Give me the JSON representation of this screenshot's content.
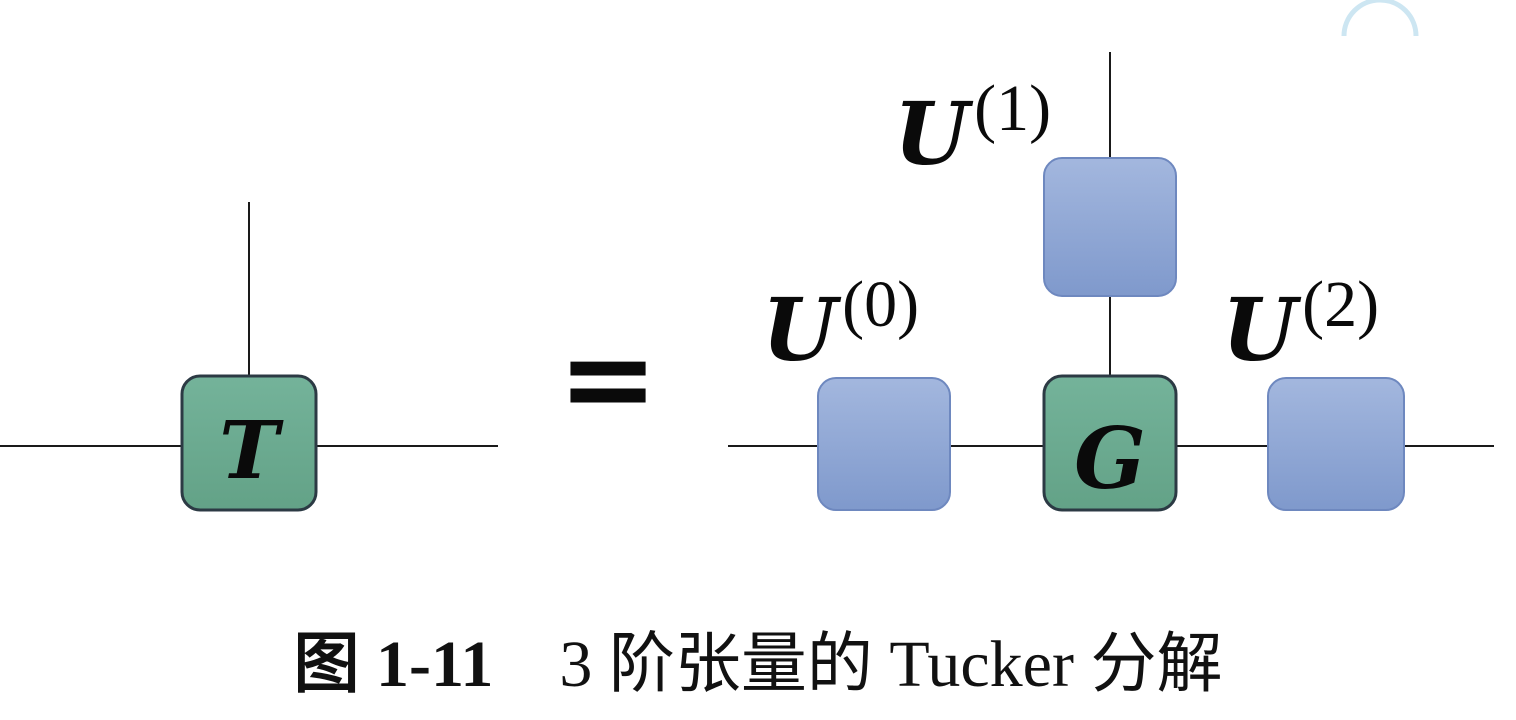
{
  "diagram": {
    "left": {
      "tensor_label": "T",
      "tensor_color": "#6aaa90"
    },
    "equals_sign": "=",
    "right": {
      "core_label": "G",
      "core_color": "#6aaa90",
      "factor_color": "#8fa8d6",
      "factors": [
        {
          "base": "U",
          "sup": "(0)"
        },
        {
          "base": "U",
          "sup": "(1)"
        },
        {
          "base": "U",
          "sup": "(2)"
        }
      ]
    }
  },
  "caption": {
    "figure_word": "图",
    "figure_number": "1-11",
    "order_number": "3",
    "text_before": "阶张量的",
    "method_name": "Tucker",
    "text_after": "分解"
  }
}
